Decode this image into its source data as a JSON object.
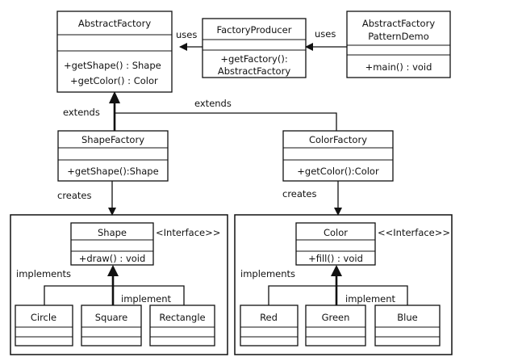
{
  "classes": {
    "abstract_factory": {
      "name": "AbstractFactory",
      "methods": [
        "+getShape() : Shape",
        "+getColor() : Color"
      ]
    },
    "factory_producer": {
      "name": "FactoryProducer",
      "methods": [
        "+getFactory():",
        "AbstractFactory"
      ]
    },
    "pattern_demo": {
      "name_lines": [
        "AbstractFactory",
        "PatternDemo"
      ],
      "methods": [
        "+main() : void"
      ]
    },
    "shape_factory": {
      "name": "ShapeFactory",
      "methods": [
        "+getShape():Shape"
      ]
    },
    "color_factory": {
      "name": "ColorFactory",
      "methods": [
        "+getColor():Color"
      ]
    },
    "shape": {
      "name": "Shape",
      "stereotype": "<Interface>>",
      "methods": [
        "+draw() : void"
      ]
    },
    "color": {
      "name": "Color",
      "stereotype": "<<Interface>>",
      "methods": [
        "+fill() : void"
      ]
    },
    "circle": {
      "name": "Circle"
    },
    "square": {
      "name": "Square"
    },
    "rectangle": {
      "name": "Rectangle"
    },
    "red": {
      "name": "Red"
    },
    "green": {
      "name": "Green"
    },
    "blue": {
      "name": "Blue"
    }
  },
  "labels": {
    "uses_left": "uses",
    "uses_right": "uses",
    "extends_left": "extends",
    "extends_top": "extends",
    "creates_left": "creates",
    "creates_right": "creates",
    "implements_left": "implements",
    "implement_left": "implement",
    "implements_right": "implements",
    "implement_right": "implement"
  }
}
